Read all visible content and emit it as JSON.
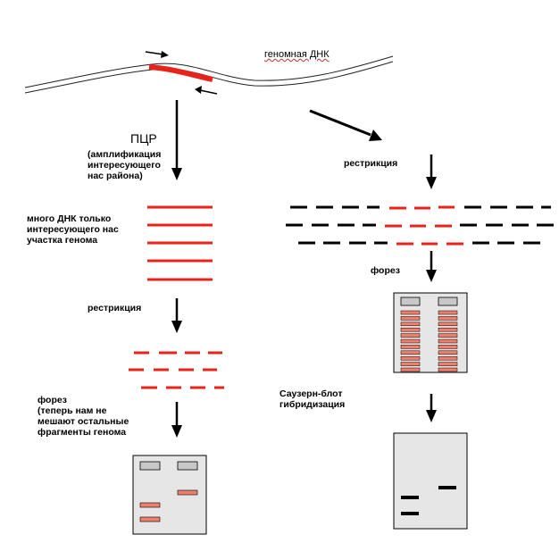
{
  "labels": {
    "genomic_dna": "геномная ДНК",
    "pcr_title": "ПЦР",
    "pcr_subtitle": "(амплификация\nинтересующего\nнас района)",
    "many_dna": "много ДНК только\nинтересующего нас\nучастка генома",
    "restriction_left": "рестрикция",
    "restriction_right": "рестрикция",
    "foresis_left": "форез\n(теперь нам не\nмешают остальные\nфрагменты генома",
    "foresis_right": "форез",
    "southern": "Саузерн-блот\nгибридизация"
  },
  "colors": {
    "target_region": "#e8231a",
    "gel_background": "#e6e6e6",
    "gel_band": "#ef7f6a",
    "well": "#c8c8c8",
    "probe_band": "#000000"
  }
}
